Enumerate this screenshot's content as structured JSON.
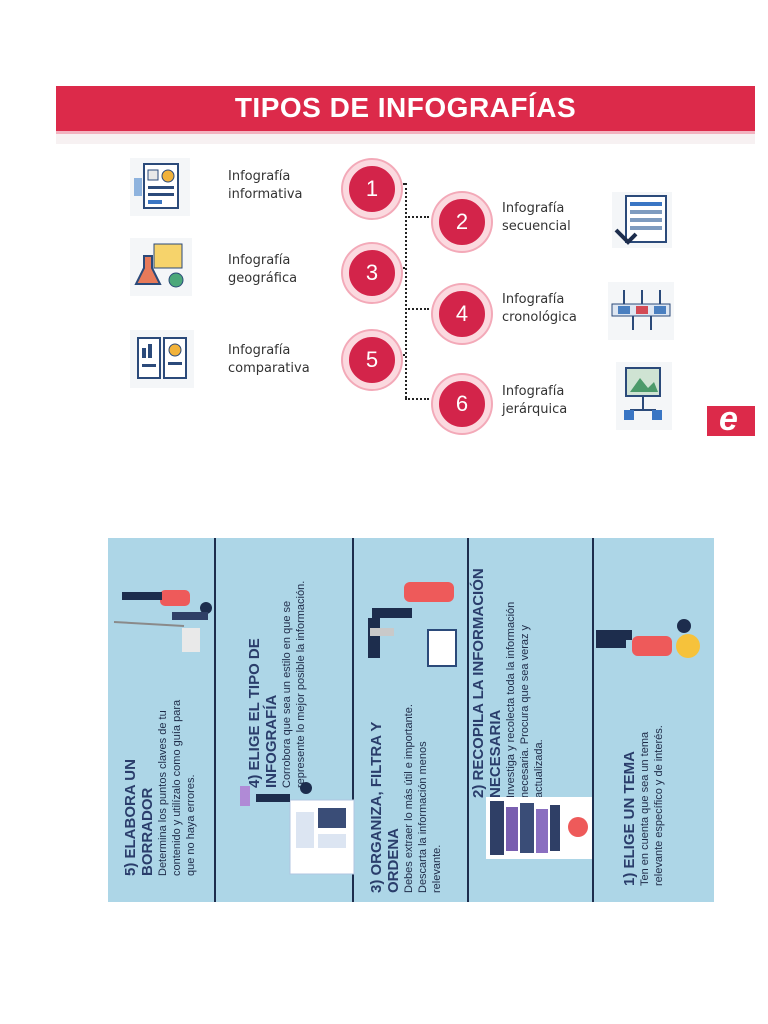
{
  "top": {
    "title": "TIPOS DE INFOGRAFÍAS",
    "items": [
      {
        "num": "1",
        "label_line1": "Infografía",
        "label_line2": "informativa",
        "icon": "document-chart-icon"
      },
      {
        "num": "2",
        "label_line1": "Infografía",
        "label_line2": "secuencial",
        "icon": "checklist-icon"
      },
      {
        "num": "3",
        "label_line1": "Infografía",
        "label_line2": "geográfica",
        "icon": "map-flask-icon"
      },
      {
        "num": "4",
        "label_line1": "Infografía",
        "label_line2": "cronológica",
        "icon": "timeline-icon"
      },
      {
        "num": "5",
        "label_line1": "Infografía",
        "label_line2": "comparativa",
        "icon": "comparison-icon"
      },
      {
        "num": "6",
        "label_line1": "Infografía",
        "label_line2": "jerárquica",
        "icon": "hierarchy-icon"
      }
    ],
    "logo_letter": "e"
  },
  "steps": [
    {
      "title": "1) ELIGE UN TEMA",
      "text": "Ten en cuenta que sea un tema relevante específico y de interés.",
      "figure": "lightbulb-person-illustration"
    },
    {
      "title": "2) RECOPILA LA INFORMACIÓN NECESARIA",
      "text": "Investiga y recolecta toda la información necesaria. Procura que sea veraz y actualizada.",
      "figure": "books-person-illustration"
    },
    {
      "title": "3) ORGANIZA, FILTRA Y ORDENA",
      "text": "Debes extraer lo más útil e importante. Descarta la información menos relevante.",
      "figure": "desk-person-illustration"
    },
    {
      "title": "4) ELIGE EL TIPO DE INFOGRAFÍA",
      "text": "Corrobora que sea un estilo en que se represente lo mejor posible la información.",
      "figure": "screen-person-illustration"
    },
    {
      "title": "5) ELABORA UN BORRADOR",
      "text": "Determina los puntos claves de tu contenido y utilízalo como guía para que no haya errores.",
      "figure": "running-person-illustration"
    }
  ],
  "colors": {
    "brand_red": "#dc2a4a",
    "panel_blue": "#add6e7",
    "navy": "#1d2d4d"
  }
}
